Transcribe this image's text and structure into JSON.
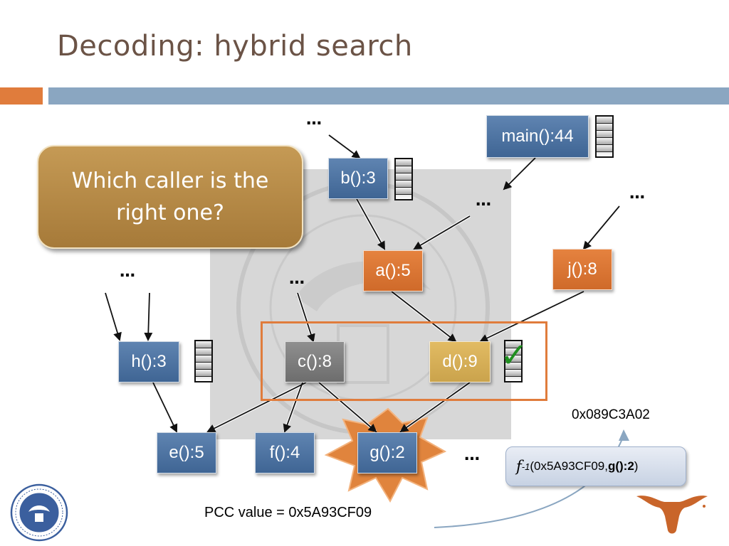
{
  "slide": {
    "title": "Decoding: hybrid search",
    "callout": "Which caller is the right one?",
    "hex_value": "0x089C3A02",
    "pcc_label": "PCC value = 0x5A93CF09",
    "formula": {
      "func": "f",
      "superscript": "-1",
      "open": "(",
      "pcc": "0x5A93CF09, ",
      "target": "g():2",
      "close": ")"
    },
    "ellipsis": "…",
    "check": "✓"
  },
  "nodes": [
    {
      "id": "main",
      "label": "main():44",
      "color": "blue"
    },
    {
      "id": "b",
      "label": "b():3",
      "color": "blue"
    },
    {
      "id": "a",
      "label": "a():5",
      "color": "orange"
    },
    {
      "id": "j",
      "label": "j():8",
      "color": "orange"
    },
    {
      "id": "h",
      "label": "h():3",
      "color": "blue"
    },
    {
      "id": "c",
      "label": "c():8",
      "color": "gray"
    },
    {
      "id": "d",
      "label": "d():9",
      "color": "gold"
    },
    {
      "id": "e",
      "label": "e():5",
      "color": "blue"
    },
    {
      "id": "f",
      "label": "f():4",
      "color": "blue"
    },
    {
      "id": "g",
      "label": "g():2",
      "color": "blue"
    }
  ],
  "colors": {
    "title": "#6b5346",
    "accent_orange": "#e07c3c",
    "rule_blue": "#8aa6c1",
    "node_blue": "#4a6fa0",
    "node_orange": "#d8742f",
    "node_gray": "#7a7a7a",
    "node_gold": "#d4ad57",
    "callout": "#b88a47",
    "starburst": "#e0843d",
    "check_green": "#1f8f1f",
    "ut_orange": "#c9652a",
    "tufts_blue": "#3b5f9e"
  }
}
